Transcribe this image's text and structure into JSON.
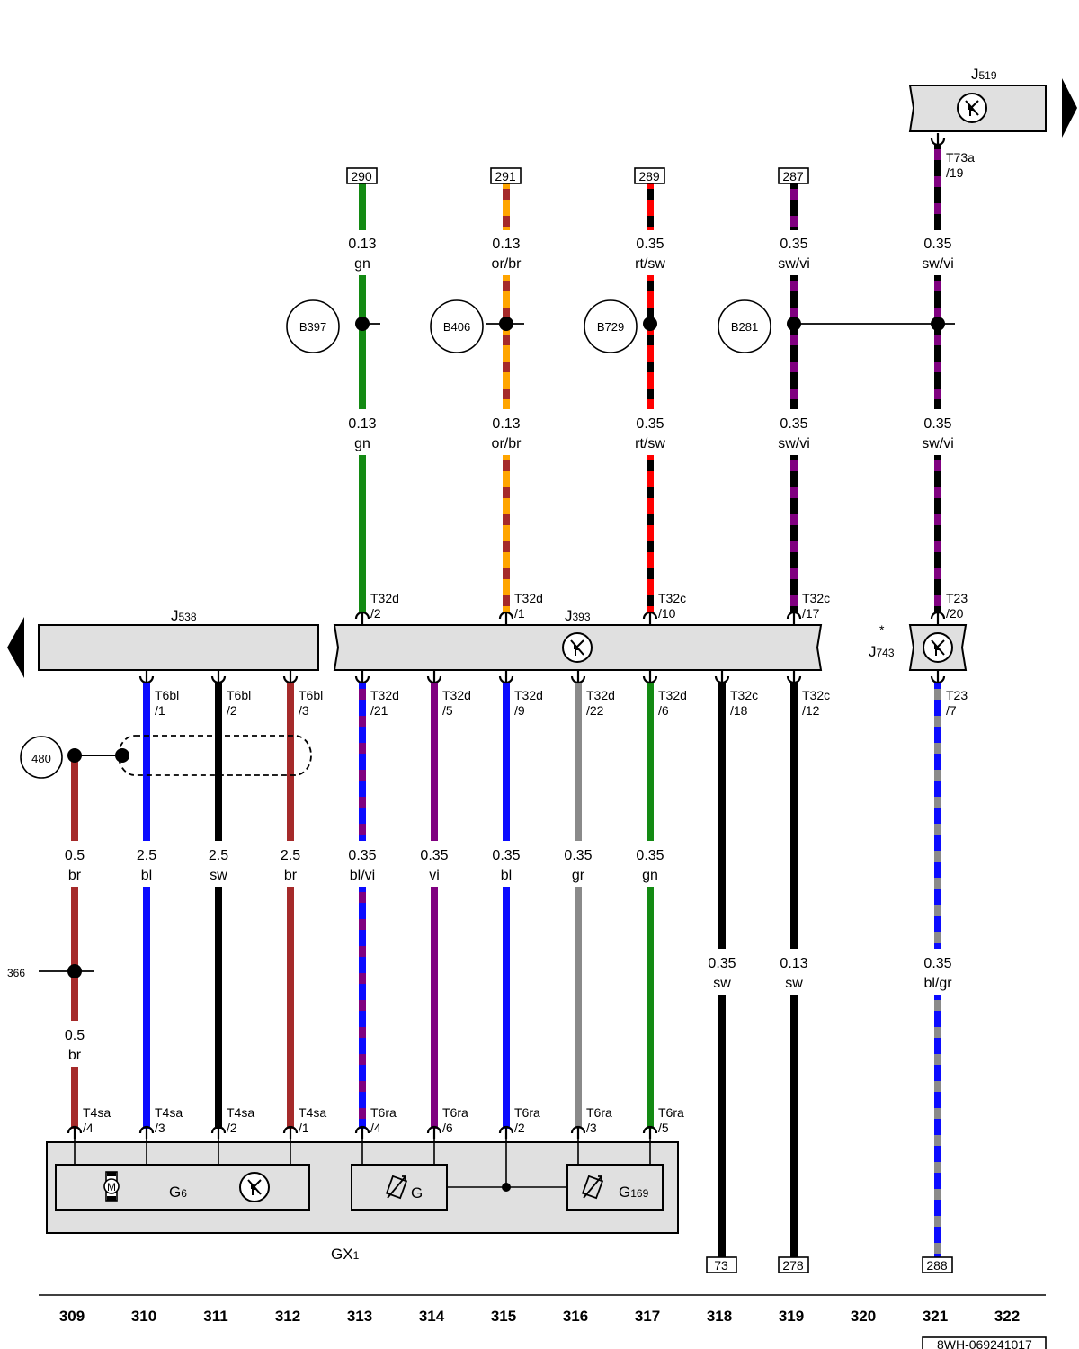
{
  "components": {
    "J519": {
      "name": "J",
      "sub": "519"
    },
    "J538": {
      "name": "J",
      "sub": "538"
    },
    "J393": {
      "name": "J",
      "sub": "393"
    },
    "J743": {
      "name": "J",
      "sub": "743",
      "mark": "*"
    },
    "GX1": {
      "name": "GX",
      "sub": "1"
    },
    "G6": {
      "name": "G",
      "sub": "6"
    },
    "G": {
      "name": "G"
    },
    "G169": {
      "name": "G",
      "sub": "169"
    }
  },
  "top_refs": {
    "r290": "290",
    "r291": "291",
    "r289": "289",
    "r287": "287"
  },
  "bottom_refs": {
    "r73": "73",
    "r278": "278",
    "r288": "288"
  },
  "splices": {
    "B397": "B397",
    "B406": "B406",
    "B729": "B729",
    "B281": "B281",
    "s480": "480"
  },
  "side_ref": "366",
  "wires_upper": {
    "w313a": {
      "size": "0.13",
      "color": "gn"
    },
    "w313b": {
      "size": "0.13",
      "color": "gn"
    },
    "w315a": {
      "size": "0.13",
      "color": "or/br"
    },
    "w315b": {
      "size": "0.13",
      "color": "or/br"
    },
    "w317a": {
      "size": "0.35",
      "color": "rt/sw"
    },
    "w317b": {
      "size": "0.35",
      "color": "rt/sw"
    },
    "w319a": {
      "size": "0.35",
      "color": "sw/vi"
    },
    "w319b": {
      "size": "0.35",
      "color": "sw/vi"
    },
    "w321a": {
      "size": "0.35",
      "color": "sw/vi"
    },
    "w321b": {
      "size": "0.35",
      "color": "sw/vi"
    }
  },
  "wires_lower": {
    "w309a": {
      "size": "0.5",
      "color": "br"
    },
    "w309b": {
      "size": "0.5",
      "color": "br"
    },
    "w310": {
      "size": "2.5",
      "color": "bl"
    },
    "w311": {
      "size": "2.5",
      "color": "sw"
    },
    "w312": {
      "size": "2.5",
      "color": "br"
    },
    "w313": {
      "size": "0.35",
      "color": "bl/vi"
    },
    "w314": {
      "size": "0.35",
      "color": "vi"
    },
    "w315": {
      "size": "0.35",
      "color": "bl"
    },
    "w316": {
      "size": "0.35",
      "color": "gr"
    },
    "w317": {
      "size": "0.35",
      "color": "gn"
    },
    "w318": {
      "size": "0.35",
      "color": "sw"
    },
    "w319": {
      "size": "0.13",
      "color": "sw"
    },
    "w321": {
      "size": "0.35",
      "color": "bl/gr"
    }
  },
  "pins": {
    "p321t": {
      "conn": "T73a",
      "num": "/19"
    },
    "p313u": {
      "conn": "T32d",
      "num": "/2"
    },
    "p315u": {
      "conn": "T32d",
      "num": "/1"
    },
    "p317u": {
      "conn": "T32c",
      "num": "/10"
    },
    "p319u": {
      "conn": "T32c",
      "num": "/17"
    },
    "p321u": {
      "conn": "T23",
      "num": "/20"
    },
    "p310d": {
      "conn": "T6bl",
      "num": "/1"
    },
    "p311d": {
      "conn": "T6bl",
      "num": "/2"
    },
    "p312d": {
      "conn": "T6bl",
      "num": "/3"
    },
    "p313d": {
      "conn": "T32d",
      "num": "/21"
    },
    "p314d": {
      "conn": "T32d",
      "num": "/5"
    },
    "p315d": {
      "conn": "T32d",
      "num": "/9"
    },
    "p316d": {
      "conn": "T32d",
      "num": "/22"
    },
    "p317d": {
      "conn": "T32d",
      "num": "/6"
    },
    "p318d": {
      "conn": "T32c",
      "num": "/18"
    },
    "p319d": {
      "conn": "T32c",
      "num": "/12"
    },
    "p321d": {
      "conn": "T23",
      "num": "/7"
    },
    "p309b": {
      "conn": "T4sa",
      "num": "/4"
    },
    "p310b": {
      "conn": "T4sa",
      "num": "/3"
    },
    "p311b": {
      "conn": "T4sa",
      "num": "/2"
    },
    "p312b": {
      "conn": "T4sa",
      "num": "/1"
    },
    "p313b": {
      "conn": "T6ra",
      "num": "/4"
    },
    "p314b": {
      "conn": "T6ra",
      "num": "/6"
    },
    "p315b": {
      "conn": "T6ra",
      "num": "/2"
    },
    "p316b": {
      "conn": "T6ra",
      "num": "/3"
    },
    "p317b": {
      "conn": "T6ra",
      "num": "/5"
    }
  },
  "columns": [
    "309",
    "310",
    "311",
    "312",
    "313",
    "314",
    "315",
    "316",
    "317",
    "318",
    "319",
    "320",
    "321",
    "322"
  ],
  "doc_code": "8WH-069241017",
  "wire_colors": {
    "gn": "#138a13",
    "bl": "#0b0bff",
    "sw": "#000000",
    "br": "#a52a2a",
    "rt": "#ff0000",
    "vi": "#800080",
    "or": "#ffa500",
    "gr": "#8a8a8a"
  }
}
